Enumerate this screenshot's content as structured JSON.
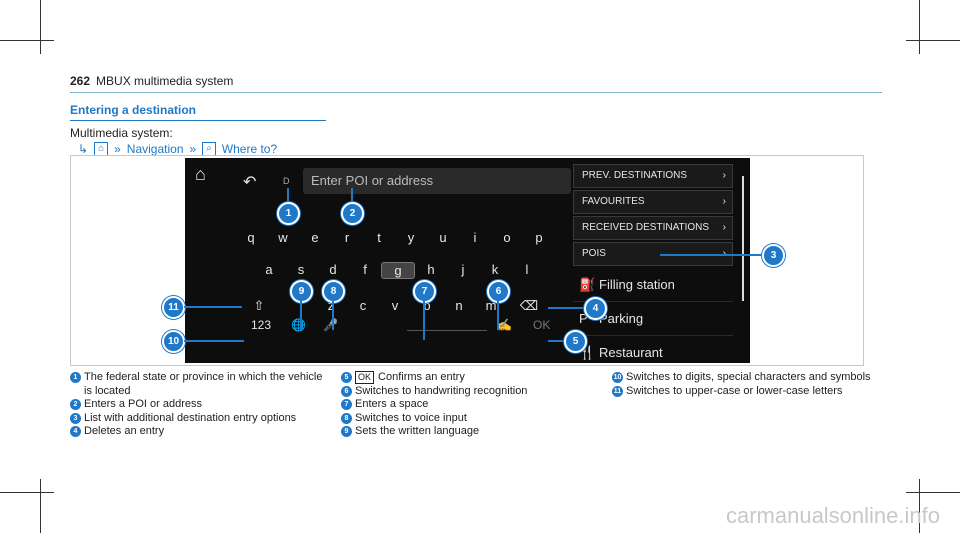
{
  "header": {
    "page_number": "262",
    "title": "MBUX multimedia system"
  },
  "section": {
    "title": "Entering a destination",
    "system_label": "Multimedia system:",
    "path": [
      "Navigation",
      "Where to?"
    ]
  },
  "screen": {
    "small_char": "D",
    "input_placeholder": "Enter POI or address",
    "row1": [
      "q",
      "w",
      "e",
      "r",
      "t",
      "y",
      "u",
      "i",
      "o",
      "p"
    ],
    "row2": [
      "a",
      "s",
      "d",
      "f",
      "g",
      "h",
      "j",
      "k",
      "l"
    ],
    "row3": [
      "z",
      "c",
      "v",
      "b",
      "n",
      "m"
    ],
    "numbers_key": "123",
    "ok_key": "OK",
    "menu": [
      "PREV. DESTINATIONS",
      "FAVOURITES",
      "RECEIVED DESTINATIONS",
      "POIS"
    ],
    "pois": [
      "Filling station",
      "Parking",
      "Restaurant"
    ]
  },
  "legend": [
    {
      "n": "1",
      "text": "The federal state or province in which the vehicle is located"
    },
    {
      "n": "2",
      "text": "Enters a POI or address"
    },
    {
      "n": "3",
      "text": "List with additional destination entry options"
    },
    {
      "n": "4",
      "text": "Deletes an entry"
    },
    {
      "n": "5",
      "ok": "OK",
      "text": "Confirms an entry"
    },
    {
      "n": "6",
      "text": "Switches to handwriting recognition"
    },
    {
      "n": "7",
      "text": "Enters a space"
    },
    {
      "n": "8",
      "text": "Switches to voice input"
    },
    {
      "n": "9",
      "text": "Sets the written language"
    },
    {
      "n": "10",
      "text": "Switches to digits, special characters and symbols"
    },
    {
      "n": "11",
      "text": "Switches to upper-case or lower-case letters"
    }
  ],
  "watermark": "carmanualsonline.info",
  "colors": {
    "accent": "#1f78c8",
    "screen_bg": "#0d0d0d"
  }
}
